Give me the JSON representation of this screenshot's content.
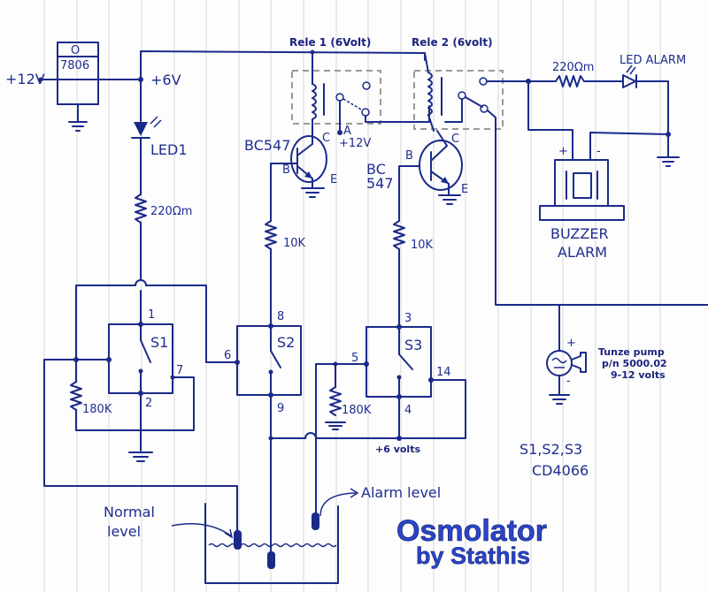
{
  "diagram": {
    "title": "Osmolator",
    "subtitle": "by Stathis",
    "colors": {
      "ink": "#1a2a8a",
      "title": "#2b44c8",
      "relay_box": "#999999"
    },
    "power": {
      "input_label": "+12V",
      "regulator_label": "7806",
      "regulator_tab": "O",
      "output_label": "+6V",
      "relay_contact_label_A": "A",
      "relay_contact_supply": "+12V",
      "rail_label": "+6 volts"
    },
    "relays": [
      {
        "label": "Rele 1 (6Volt)"
      },
      {
        "label": "Rele 2 (6volt)"
      }
    ],
    "transistors": [
      {
        "label": "BC547",
        "pins": {
          "collector": "C",
          "base": "B",
          "emitter": "E"
        }
      },
      {
        "label_line1": "BC",
        "label_line2": "547",
        "pins": {
          "collector": "C",
          "base": "B",
          "emitter": "E"
        }
      }
    ],
    "components": {
      "led1": "LED1",
      "r_led1": "220Ωm",
      "r_base1": "10K",
      "r_base2": "10K",
      "r_pulldown1": "180K",
      "r_pulldown2": "180K",
      "r_alarm": "220Ωm",
      "led_alarm": "LED ALARM",
      "buzzer_line1": "BUZZER",
      "buzzer_line2": "ALARM",
      "buzzer_plus": "+",
      "buzzer_minus": "-",
      "pump_plus": "+",
      "pump_minus": "-"
    },
    "switches": [
      {
        "name": "S1",
        "pins": [
          "1",
          "2",
          "7"
        ]
      },
      {
        "name": "S2",
        "pins": [
          "8",
          "9",
          "6"
        ]
      },
      {
        "name": "S3",
        "pins": [
          "3",
          "4",
          "5",
          "14"
        ]
      }
    ],
    "ic_note": {
      "line1": "S1,S2,S3",
      "line2": "CD4066"
    },
    "pump_note": {
      "line1": "Tunze pump",
      "line2": "p/n 5000.02",
      "line3": "9-12 volts"
    },
    "tank": {
      "normal_level_line1": "Normal",
      "normal_level_line2": "level",
      "alarm_level": "Alarm level"
    }
  }
}
